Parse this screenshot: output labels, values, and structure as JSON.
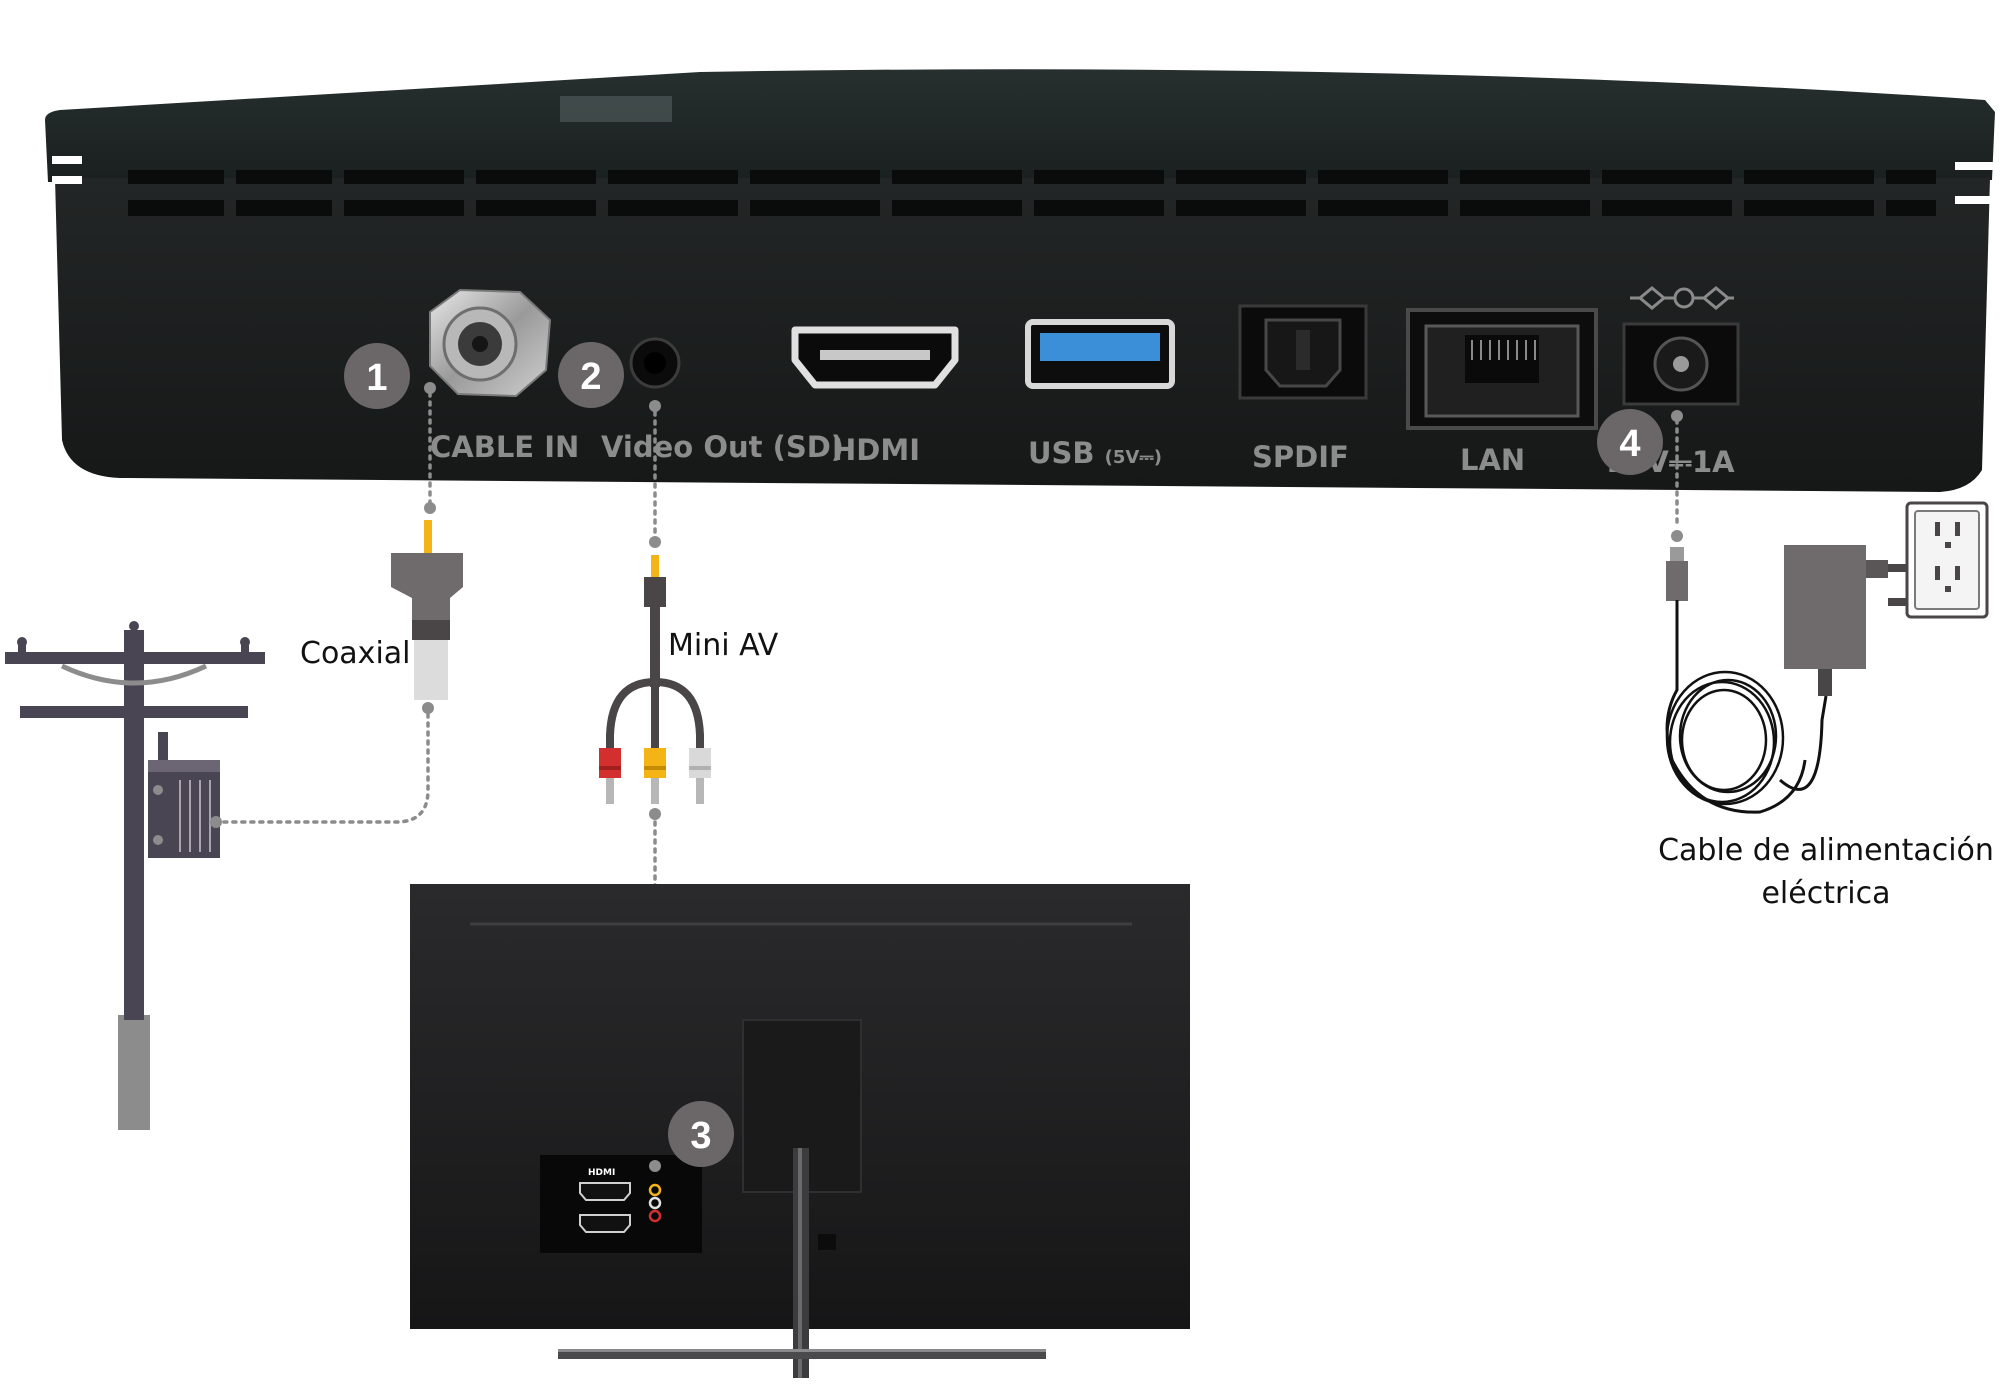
{
  "ports": {
    "cable_in": "CABLE IN",
    "video_out": "Video Out (SD)",
    "hdmi": "HDMI",
    "usb": "USB",
    "usb_rating": "(5V⎓)",
    "spdif": "SPDIF",
    "lan": "LAN",
    "power_rating": "12V⎓1A"
  },
  "callouts": [
    "1",
    "2",
    "3",
    "4"
  ],
  "cables": {
    "coaxial": "Coaxial",
    "mini_av": "Mini AV",
    "power_line1": "Cable de alimentación",
    "power_line2": "eléctrica"
  },
  "tv": {
    "hdmi_label": "HDMI"
  },
  "colors": {
    "box_body": "#1e2222",
    "callout_circle": "#6b6769",
    "connector_yellow": "#f5b416",
    "connector_red": "#d32f2f",
    "connector_white": "#d9d9d9",
    "usb_blue": "#3b8fd8",
    "pole": "#4a4552"
  }
}
